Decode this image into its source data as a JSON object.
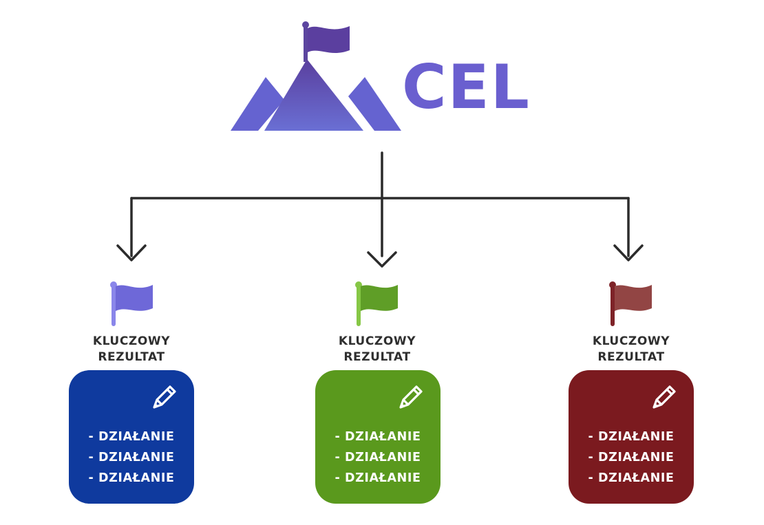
{
  "goal": {
    "title": "CEL",
    "color": "#6a5fcf"
  },
  "connector_color": "#2b2b2b",
  "key_results": [
    {
      "label_line1": "KLUCZOWY",
      "label_line2": "REZULTAT",
      "flag_color": "#6e68d8",
      "box_color": "#0f3a9e",
      "icon": "pencil-icon",
      "actions": [
        "- DZIAŁANIE",
        "- DZIAŁANIE",
        "- DZIAŁANIE"
      ]
    },
    {
      "label_line1": "KLUCZOWY",
      "label_line2": "REZULTAT",
      "flag_color": "#5f9e27",
      "box_color": "#5a991d",
      "icon": "pencil-icon",
      "actions": [
        "- DZIAŁANIE",
        "- DZIAŁANIE",
        "- DZIAŁANIE"
      ]
    },
    {
      "label_line1": "KLUCZOWY",
      "label_line2": "REZULTAT",
      "flag_color": "#924544",
      "box_color": "#7b1a1f",
      "icon": "pencil-icon",
      "actions": [
        "- DZIAŁANIE",
        "- DZIAŁANIE",
        "- DZIAŁANIE"
      ]
    }
  ]
}
